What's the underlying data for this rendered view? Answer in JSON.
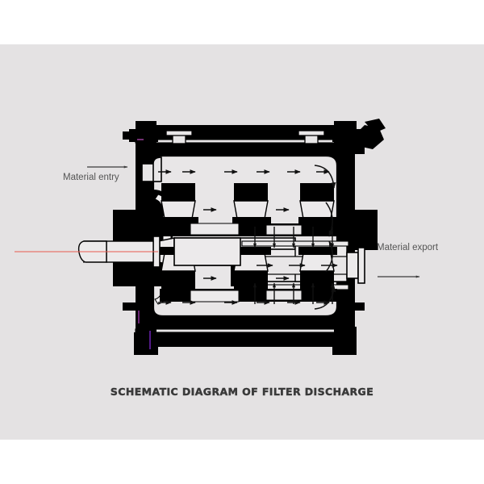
{
  "figure": {
    "title": "SCHEMATIC DIAGRAM OF FILTER DISCHARGE",
    "background_color": "#e4e2e3",
    "line_color": "#000000",
    "fill_color": "#e8e6e7",
    "centerline_color": "#e8594f",
    "label_color": "#555555"
  },
  "labels": {
    "entry": "Material entry",
    "export": "Material export"
  },
  "chart_data": {
    "type": "diagram",
    "title": "SCHEMATIC DIAGRAM OF FILTER DISCHARGE",
    "view": "cross-section",
    "callouts": [
      {
        "text": "Material entry",
        "side": "left",
        "leader": "arrow-right"
      },
      {
        "text": "Material export",
        "side": "right",
        "leader": "arrow-right"
      }
    ],
    "components": [
      {
        "name": "drive-shaft",
        "side": "left",
        "note": "stepped rotor shaft on centerline"
      },
      {
        "name": "housing-shell",
        "note": "outer pressure vessel with rounded inner chamber"
      },
      {
        "name": "top-cover-nozzles",
        "count": 2
      },
      {
        "name": "mounting-feet",
        "count": 2
      },
      {
        "name": "filter-plates-upper",
        "count": 3
      },
      {
        "name": "filter-plates-lower",
        "count": 3
      },
      {
        "name": "discharge-tube",
        "note": "central horizontal collection tube"
      },
      {
        "name": "angled-fitting",
        "side": "top-right"
      }
    ],
    "flow": [
      {
        "path": "upper-channel",
        "direction": "right",
        "arrows": 6
      },
      {
        "path": "upper-plate-gaps",
        "direction": "right",
        "arrows": 2
      },
      {
        "path": "lower-channel",
        "direction": "right",
        "arrows": 6
      },
      {
        "path": "lower-plate-gaps",
        "direction": "right",
        "arrows": 2
      },
      {
        "path": "right-turn-upper",
        "direction": "down",
        "style": "curved"
      },
      {
        "path": "right-turn-lower",
        "direction": "up",
        "style": "curved"
      },
      {
        "path": "into-discharge-tube-from-above",
        "direction": "down",
        "arrows": 5
      },
      {
        "path": "into-discharge-tube-from-below",
        "direction": "up",
        "arrows": 5
      },
      {
        "path": "discharge-tube",
        "direction": "right",
        "arrows": 3
      },
      {
        "path": "outlet",
        "direction": "right",
        "arrows": 1
      }
    ]
  }
}
